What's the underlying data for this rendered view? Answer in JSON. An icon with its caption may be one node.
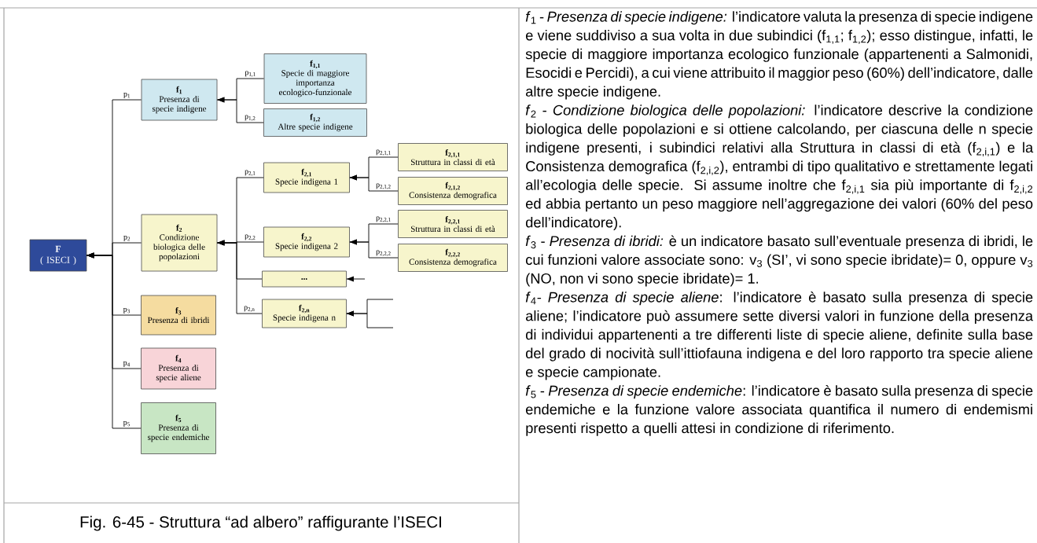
{
  "diagram": {
    "caption": "Fig. 6-45 - Struttura “ad albero” raffigurante l’ISECI",
    "nodes": [
      {
        "text": [
          "F",
          "( ISECI )"
        ]
      },
      {
        "text": [
          "f$_{1}$",
          "Presenza di specie indigene"
        ]
      },
      {
        "text": [
          "f$_{1,1}$",
          "Specie di maggiore importanza ecologico-funzionale"
        ]
      },
      {
        "text": [
          "f$_{1,2}$",
          "Altre specie indigene"
        ]
      },
      {
        "text": [
          "f$_{2}$",
          "Condizione biologica delle popolazioni"
        ]
      },
      {
        "text": [
          "f$_{2,1}$",
          "Specie indigena 1"
        ]
      },
      {
        "text": [
          "f$_{2,1,1}$",
          "Struttura in classi di età"
        ]
      },
      {
        "text": [
          "f$_{2,1,2}$",
          "Consistenza demografica"
        ]
      },
      {
        "text": [
          "f$_{2,2}$",
          "Specie indigena 2"
        ]
      },
      {
        "text": [
          "f$_{2,2,1}$",
          "Struttura in classi di età"
        ]
      },
      {
        "text": [
          "f$_{2,2,2}$",
          "Consistenza demografica"
        ]
      },
      {
        "text": [
          "..."
        ]
      },
      {
        "text": [
          "f$_{2,n}$",
          "Specie indigena n"
        ]
      },
      {
        "text": [
          "f$_{3}$",
          "Presenza di ibridi"
        ]
      },
      {
        "text": [
          "f$_{4}$",
          "Presenza di specie aliene"
        ]
      },
      {
        "text": [
          "f$_{5}$",
          "Presenza di specie endemiche"
        ]
      }
    ],
    "edges": [
      {
        "from": 1,
        "to": 0,
        "arrow": "to",
        "label": "p$_{1}$"
      },
      {
        "from": 2,
        "to": 1,
        "arrow": "to",
        "label": "p$_{1,1}$"
      },
      {
        "from": 3,
        "to": 1,
        "arrow": "to",
        "label": "p$_{1,2}$"
      },
      {
        "from": 4,
        "to": 0,
        "arrow": "to",
        "label": "p$_{2}$"
      },
      {
        "from": 5,
        "to": 4,
        "arrow": "to",
        "label": "p$_{2,1}$"
      },
      {
        "from": 6,
        "to": 5,
        "arrow": "to",
        "label": "p$_{2,1,1}$"
      },
      {
        "from": 7,
        "to": 5,
        "arrow": "to",
        "label": "p$_{2,1,2}$"
      },
      {
        "from": 8,
        "to": 4,
        "arrow": "to",
        "label": "p$_{2,2}$"
      },
      {
        "from": 9,
        "to": 8,
        "arrow": "to",
        "label": "p$_{2,2,1}$"
      },
      {
        "from": 10,
        "to": 8,
        "arrow": "to",
        "label": "p$_{2,2,2}$"
      },
      {
        "from": 11,
        "to": 4,
        "arrow": "to"
      },
      {
        "from": null,
        "to": 11,
        "arrow": "to"
      },
      {
        "from": 12,
        "to": 4,
        "arrow": "to",
        "label": "p$_{2,n}$"
      },
      {
        "from": null,
        "to": 12,
        "arrow": "to"
      },
      {
        "from": null,
        "to": 12,
        "arrow": "to"
      },
      {
        "from": 13,
        "to": 0,
        "arrow": "to",
        "label": "p$_{3}$"
      },
      {
        "from": 14,
        "to": 0,
        "arrow": "to",
        "label": "p$_{4}$"
      },
      {
        "from": 15,
        "to": 0,
        "arrow": "to",
        "label": "p$_{5}$"
      }
    ],
    "labels": [
      "*f*$_{1}$ - *Presenza di specie indigene:* l’indicatore valuta la presenza di specie indigene e viene suddiviso a sua volta in due subindici (f$_{1,1}$; f$_{1,2}$); esso distingue, infatti, le specie di maggiore importanza ecologico funzionale (appartenenti a Salmonidi, Esocidi e Percidi), a cui viene attribuito il maggior peso (60%) dell’indicatore, dalle altre specie indigene.",
      "*f*$_{2}$ - *Condizione biologica delle popolazioni:* l’indicatore descrive la condizione biologica delle popolazioni e si ottiene calcolando, per ciascuna delle n specie indigene presenti, i subindici relativi alla Struttura in classi di età (f$_{2,i,1}$) e la Consistenza demografica (f$_{2,i,2}$), entrambi di tipo qualitativo e strettamente legati all’ecologia delle specie. Si assume inoltre che f$_{2,i,1}$ sia più importante di f$_{2,i,2}$ ed abbia pertanto un peso maggiore nell’aggregazione dei valori (60% del peso dell’indicatore).",
      "*f*$_{3}$ - *Presenza di ibridi:* è un indicatore basato sull’eventuale presenza di ibridi, le cui funzioni valore associate sono: v$_{3}$ (SI’, vi sono specie ibridate)= 0, oppure v$_{3}$ (NO, non vi sono specie ibridate)= 1.",
      "*f*$_{4}$*- Presenza di specie aliene*: l’indicatore è basato sulla presenza di specie aliene; l’indicatore può assumere sette diversi valori in funzione della presenza di individui appartenenti a tre differenti liste di specie aliene, definite sulla base del grado di nocività sull’ittiofauna indigena e del loro rapporto tra specie aliene e specie campionate.",
      "*f*$_{5}$ - *Presenza di specie endemiche*: l’indicatore è basato sulla presenza di specie endemiche e la funzione valore associata quantifica il numero di endemismi presenti rispetto a quelli attesi in condizione di riferimento."
    ]
  }
}
